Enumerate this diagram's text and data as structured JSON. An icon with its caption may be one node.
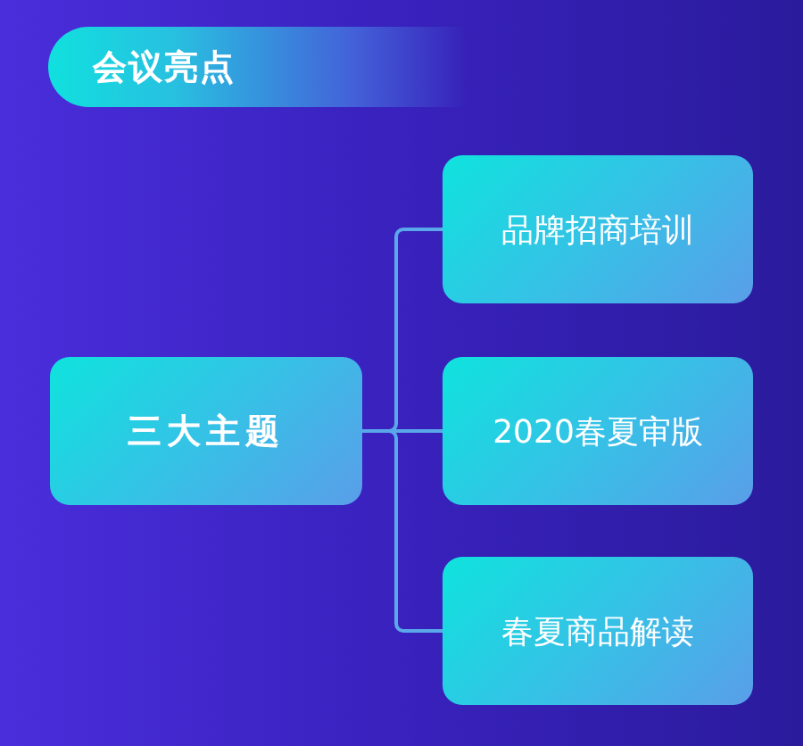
{
  "diagram": {
    "nodes": [
      {
        "text": [
          "会议亮点"
        ]
      },
      {
        "text": [
          "三大主题"
        ]
      },
      {
        "text": [
          "品牌招商培训"
        ]
      },
      {
        "text": [
          "2020春夏审版"
        ]
      },
      {
        "text": [
          "春夏商品解读"
        ]
      }
    ],
    "edges": [
      {
        "from": 1,
        "to": 2,
        "arrow": "none"
      },
      {
        "from": 1,
        "to": 3,
        "arrow": "none"
      },
      {
        "from": 1,
        "to": 4,
        "arrow": "none"
      }
    ]
  }
}
